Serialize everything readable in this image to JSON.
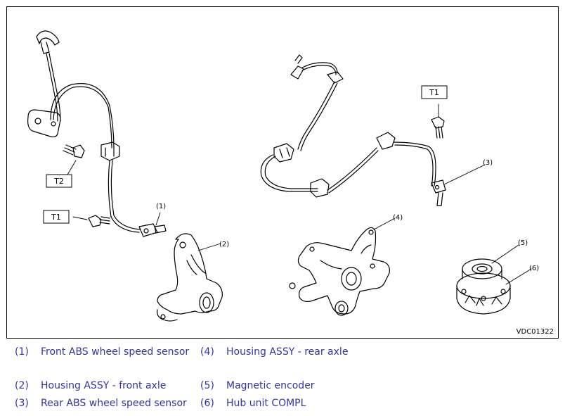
{
  "figure": {
    "code": "VDC01322",
    "torque_labels": {
      "t1_left": "T1",
      "t2_left": "T2",
      "t1_right": "T1"
    },
    "callouts": {
      "c1": "(1)",
      "c2": "(2)",
      "c3": "(3)",
      "c4": "(4)",
      "c5": "(5)",
      "c6": "(6)"
    },
    "line_color": "#000000"
  },
  "legend": {
    "text_color": "#3333aa",
    "items": [
      {
        "num": "(1)",
        "label": "Front ABS wheel speed sensor"
      },
      {
        "num": "(2)",
        "label": "Housing ASSY - front axle"
      },
      {
        "num": "(3)",
        "label": "Rear ABS wheel speed sensor"
      },
      {
        "num": "(4)",
        "label": "Housing ASSY - rear axle"
      },
      {
        "num": "(5)",
        "label": "Magnetic encoder"
      },
      {
        "num": "(6)",
        "label": "Hub unit COMPL"
      }
    ]
  }
}
